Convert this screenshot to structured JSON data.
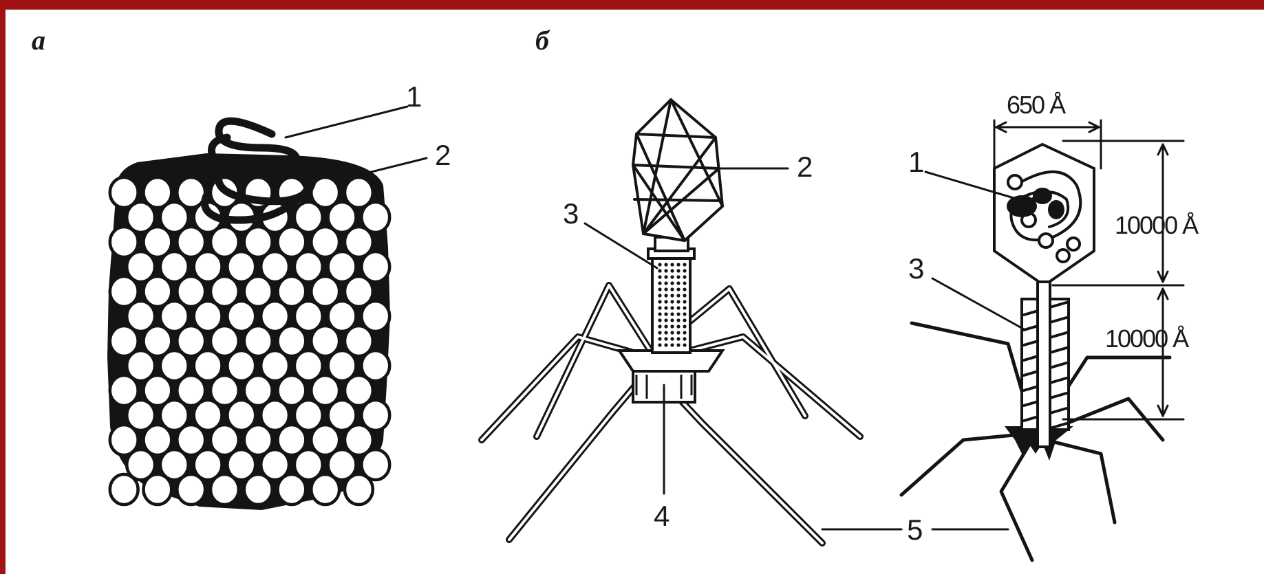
{
  "frame_color": "#a01214",
  "panel_a": {
    "label": "а",
    "callouts": [
      "1",
      "2"
    ]
  },
  "panel_b": {
    "label": "б",
    "left_callouts": [
      "2",
      "3",
      "4"
    ],
    "right_callouts": [
      "1",
      "3"
    ],
    "shared_callout": "5",
    "dimensions": {
      "head_width": "650 Å",
      "head_length": "10000 Å",
      "tail_length": "10000 Å"
    }
  },
  "icons": [
    "virus-rod-with-capsomeres",
    "bacteriophage-external-view",
    "bacteriophage-cutaway-view"
  ]
}
